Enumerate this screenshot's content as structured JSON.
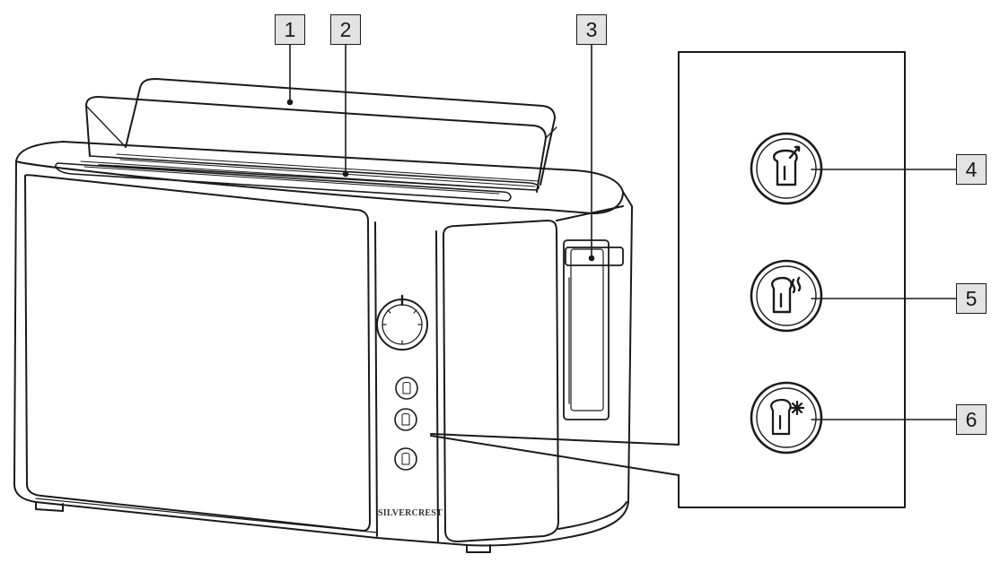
{
  "labels": {
    "l1": "1",
    "l2": "2",
    "l3": "3",
    "l4": "4",
    "l5": "5",
    "l6": "6"
  },
  "brand": "SILVERCREST",
  "icons": {
    "button_4": "bread-lift-icon",
    "button_5": "bread-reheat-icon",
    "button_6": "bread-defrost-icon"
  },
  "colors": {
    "line": "#1a1a1a",
    "label_fill": "#e3e3e3",
    "background": "#ffffff"
  }
}
